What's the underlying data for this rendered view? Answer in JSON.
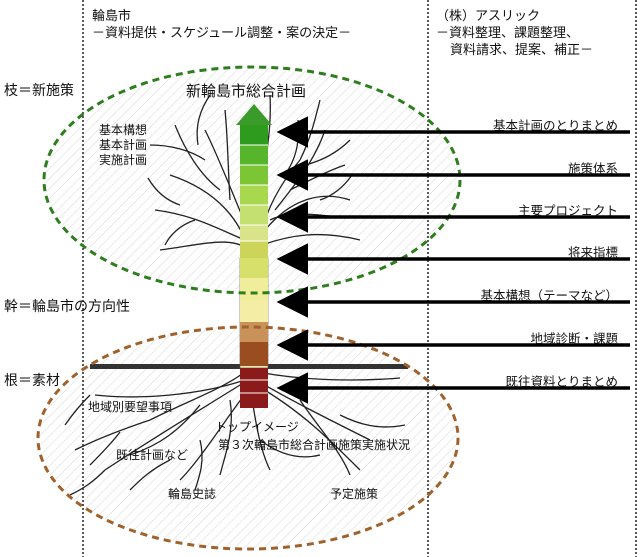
{
  "columns": {
    "city": {
      "name": "輪島市",
      "role": "－資料提供・スケジュール調整・案の決定－"
    },
    "consultant": {
      "name": "（株）アスリック",
      "role_line1": "－資料整理、課題整理、",
      "role_line2": "資料請求、提案、補正－"
    }
  },
  "side_labels": {
    "branch": "枝＝新施策",
    "trunk": "幹＝輪島市の方向性",
    "root": "根＝素材"
  },
  "tree": {
    "title": "新輪島市総合計画",
    "plans": [
      "基本構想",
      "基本計画",
      "実施計画"
    ]
  },
  "roots": {
    "labels": [
      "地域別要望事項",
      "トップイメージ",
      "第３次輪島市総合計画施策実施状況",
      "既往計画など",
      "輪島史誌",
      "予定施策"
    ]
  },
  "steps": [
    "基本計画のとりまとめ",
    "施策体系",
    "主要プロジェクト",
    "将来指標",
    "基本構想（テーマなど）",
    "地域診断・課題",
    "既往資料とりまとめ"
  ],
  "colors": {
    "branch_ellipse": "#2e7d1e",
    "root_ellipse": "#a0622d",
    "arrow_head": "#3a9a2a"
  }
}
